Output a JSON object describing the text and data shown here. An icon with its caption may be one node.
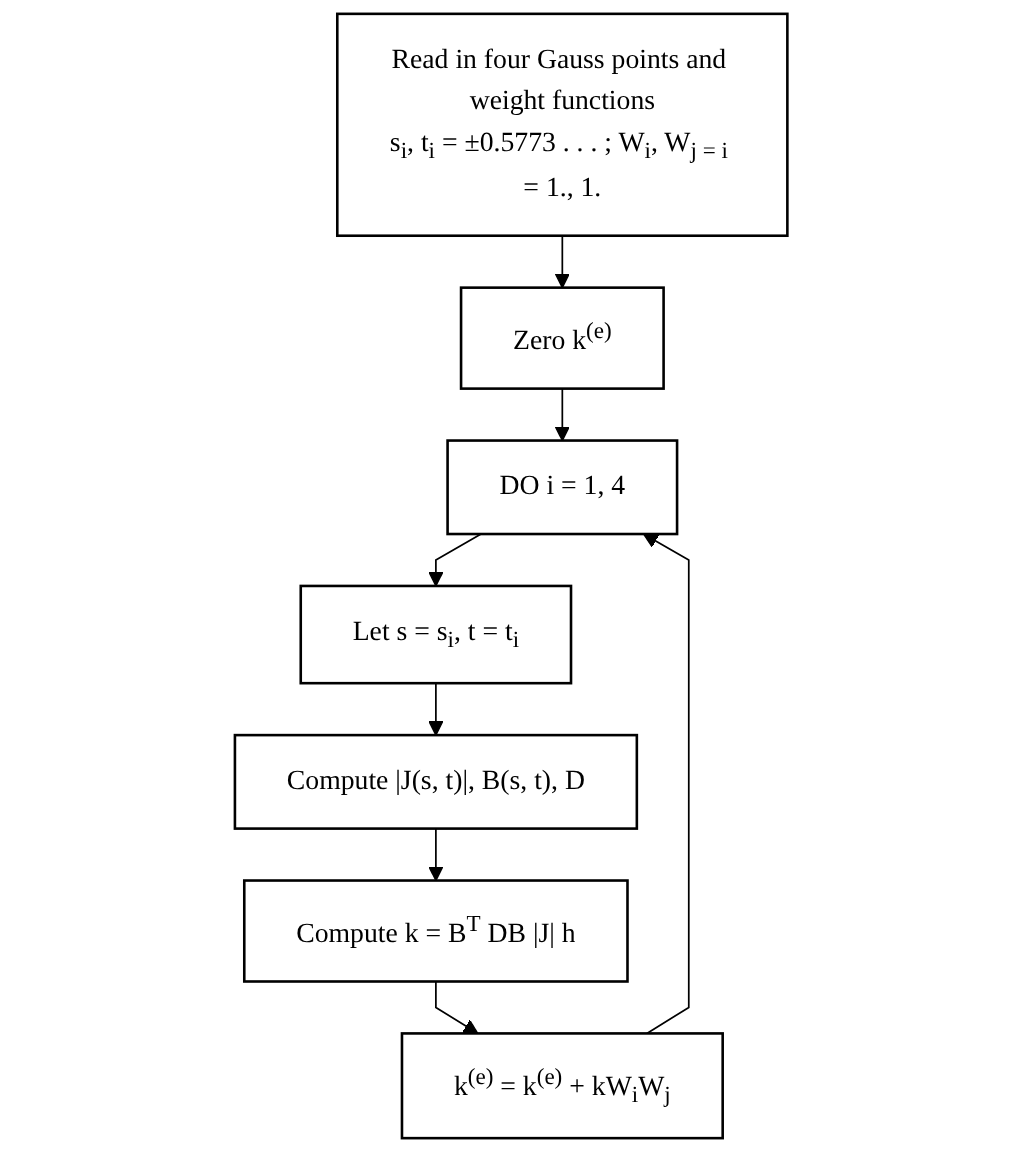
{
  "diagram": {
    "nodes": [
      {
        "text": [
          "Read in four Gauss points and weight functions",
          "s$_{i}$, t$_{i}$ = ±0.5773 . . . ; W$_{i}$, W$_{j = i}$ = 1., 1."
        ]
      },
      {
        "text": [
          "Zero k$^{(e)}$"
        ]
      },
      {
        "text": [
          "DO i = 1, 4"
        ]
      },
      {
        "text": [
          "Let s = s$_{i}$, t = t$_{i}$"
        ]
      },
      {
        "text": [
          "Compute |J(s, t)|, B(s, t), D"
        ]
      },
      {
        "text": [
          "Compute k = B$^{T}$ DB |J| h"
        ]
      },
      {
        "text": [
          "k$^{(e)}$ = k$^{(e)}$ + kW$_{i}$W$_{j}$"
        ]
      }
    ],
    "edges": [
      {
        "from": 0,
        "to": 1,
        "arrow": "to"
      },
      {
        "from": 1,
        "to": 2,
        "arrow": "to"
      },
      {
        "from": 2,
        "to": 3,
        "arrow": "to"
      },
      {
        "from": 3,
        "to": 4,
        "arrow": "to"
      },
      {
        "from": 4,
        "to": 5,
        "arrow": "to"
      },
      {
        "from": 5,
        "to": 6,
        "arrow": "to"
      },
      {
        "from": 6,
        "to": 2,
        "arrow": "to"
      }
    ]
  }
}
